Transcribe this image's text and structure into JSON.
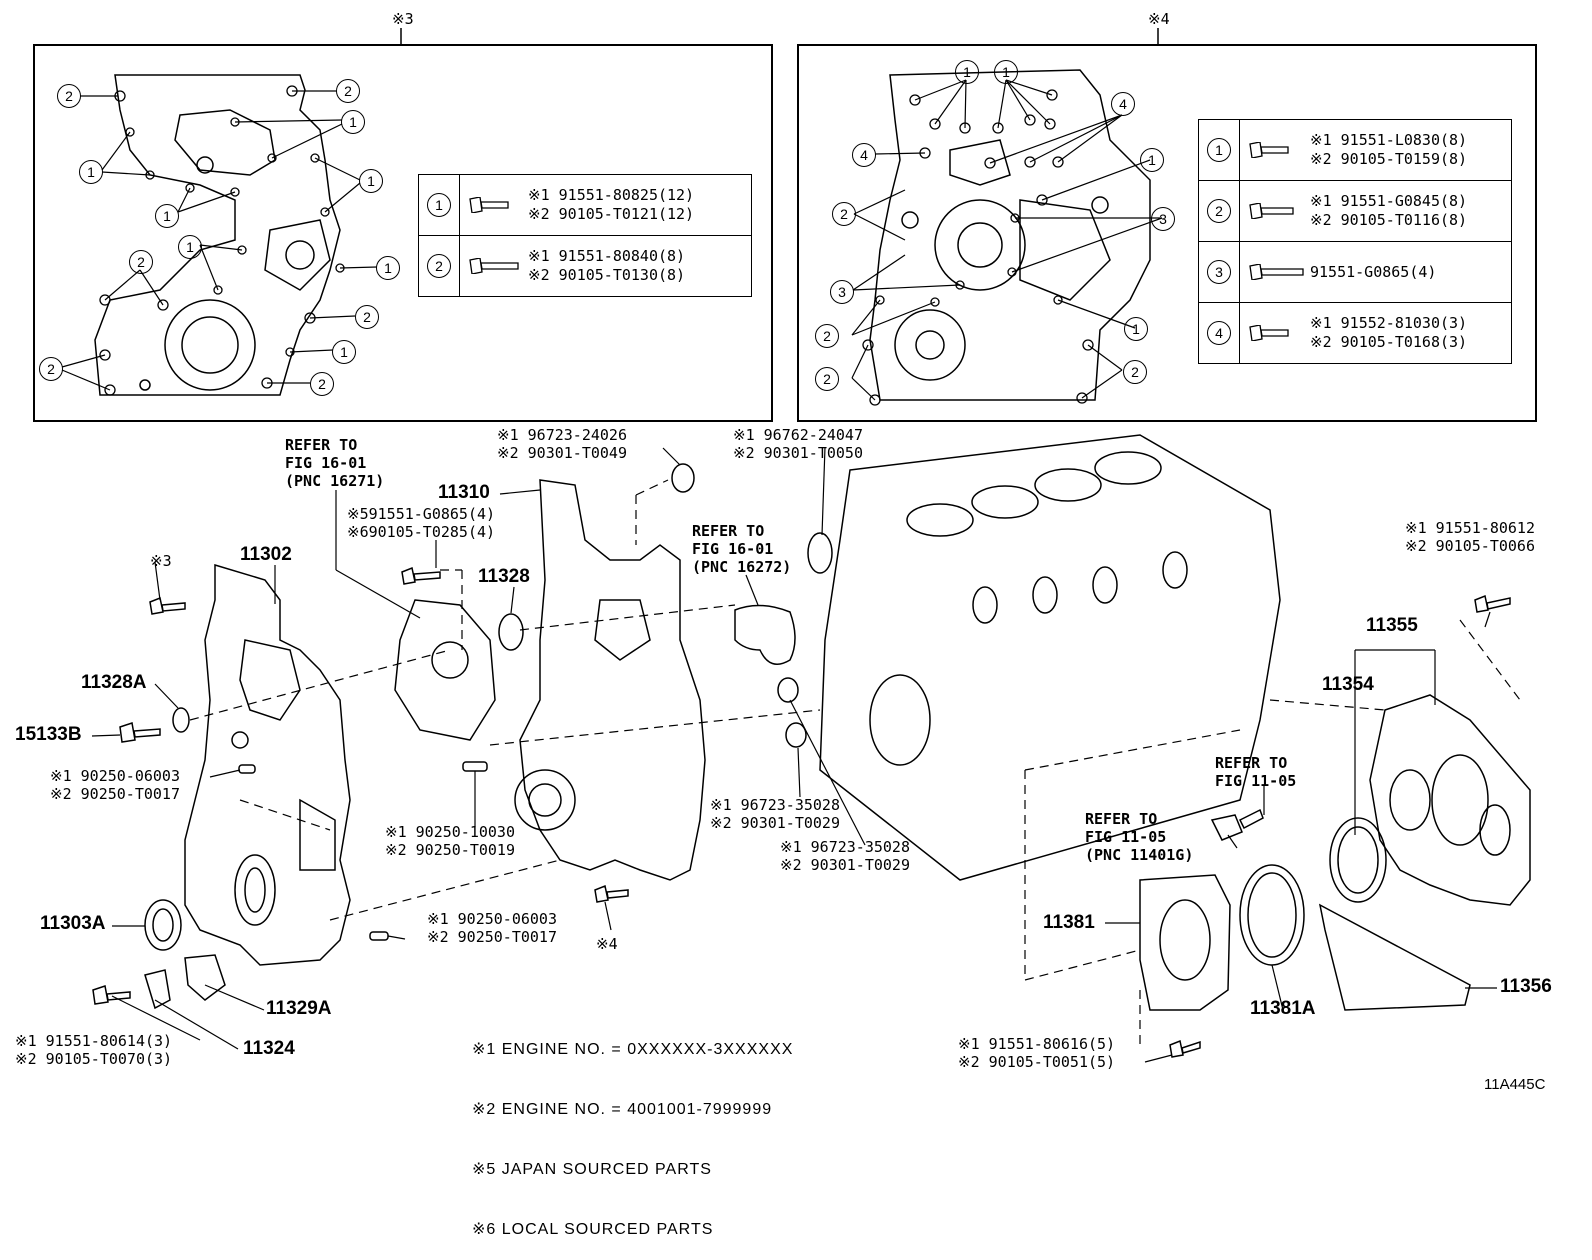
{
  "panels": {
    "left_title": "※3",
    "right_title": "※4",
    "left_legend": [
      {
        "num": "1",
        "lines": [
          "※1 91551-80825(12)",
          "※2 90105-T0121(12)"
        ]
      },
      {
        "num": "2",
        "lines": [
          "※1 91551-80840(8)",
          "※2 90105-T0130(8)"
        ]
      }
    ],
    "right_legend": [
      {
        "num": "1",
        "lines": [
          "※1 91551-L0830(8)",
          "※2 90105-T0159(8)"
        ]
      },
      {
        "num": "2",
        "lines": [
          "※1 91551-G0845(8)",
          "※2 90105-T0116(8)"
        ]
      },
      {
        "num": "3",
        "lines": [
          "91551-G0865(4)"
        ]
      },
      {
        "num": "4",
        "lines": [
          "※1 91552-81030(3)",
          "※2 90105-T0168(3)"
        ]
      }
    ],
    "callouts": [
      "1",
      "2",
      "3",
      "4"
    ]
  },
  "labels": {
    "refer1": [
      "REFER TO",
      "FIG 16-01",
      "(PNC 16271)"
    ],
    "refer2": [
      "REFER TO",
      "FIG 16-01",
      "(PNC 16272)"
    ],
    "refer3": [
      "REFER TO",
      "FIG 11-05"
    ],
    "refer4": [
      "REFER TO",
      "FIG 11-05",
      "(PNC 11401G)"
    ],
    "o_ring_top1": [
      "※1 96723-24026",
      "※2 90301-T0049"
    ],
    "o_ring_top2": [
      "※1 96762-24047",
      "※2 90301-T0050"
    ],
    "bolt_11310": [
      "※591551-G0865(4)",
      "※690105-T0285(4)"
    ],
    "pin_left": [
      "※1 90250-06003",
      "※2 90250-T0017"
    ],
    "pin_mid": [
      "※1 90250-10030",
      "※2 90250-T0019"
    ],
    "pin_low": [
      "※1 90250-06003",
      "※2 90250-T0017"
    ],
    "oring_mid1": [
      "※1 96723-35028",
      "※2 90301-T0029"
    ],
    "oring_mid2": [
      "※1 96723-35028",
      "※2 90301-T0029"
    ],
    "bolt_right_top": [
      "※1 91551-80612",
      "※2 90105-T0066"
    ],
    "bolt_bottom_left": [
      "※1 91551-80614(3)",
      "※2 90105-T0070(3)"
    ],
    "bolt_bottom_right": [
      "※1 91551-80616(5)",
      "※2 90105-T0051(5)"
    ],
    "star3": "※3",
    "star4": "※4"
  },
  "part_numbers": {
    "p11302": "11302",
    "p11310": "11310",
    "p11328": "11328",
    "p11328A": "11328A",
    "p15133B": "15133B",
    "p11303A": "11303A",
    "p11329A": "11329A",
    "p11324": "11324",
    "p11355": "11355",
    "p11354": "11354",
    "p11381": "11381",
    "p11381A": "11381A",
    "p11356": "11356"
  },
  "notes": [
    "※1 ENGINE NO. = 0XXXXXX-3XXXXXX",
    "※2 ENGINE NO. = 4001001-7999999",
    "※5 JAPAN SOURCED PARTS",
    "※6 LOCAL SOURCED PARTS"
  ],
  "figure_code": "11A445C"
}
